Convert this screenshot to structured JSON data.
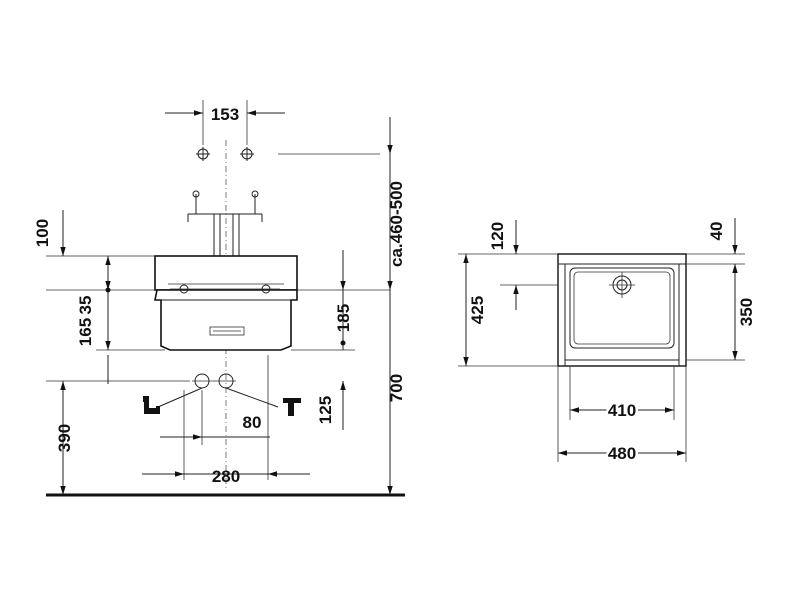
{
  "front_view": {
    "dim_153": "153",
    "dim_100": "100",
    "dim_35": "35",
    "dim_165": "165",
    "dim_185": "185",
    "dim_460_500": "ca.460-500",
    "dim_700": "700",
    "dim_390": "390",
    "dim_125": "125",
    "dim_80": "80",
    "dim_280": "280"
  },
  "top_view": {
    "dim_120": "120",
    "dim_425": "425",
    "dim_40": "40",
    "dim_350": "350",
    "dim_410": "410",
    "dim_480": "480"
  }
}
